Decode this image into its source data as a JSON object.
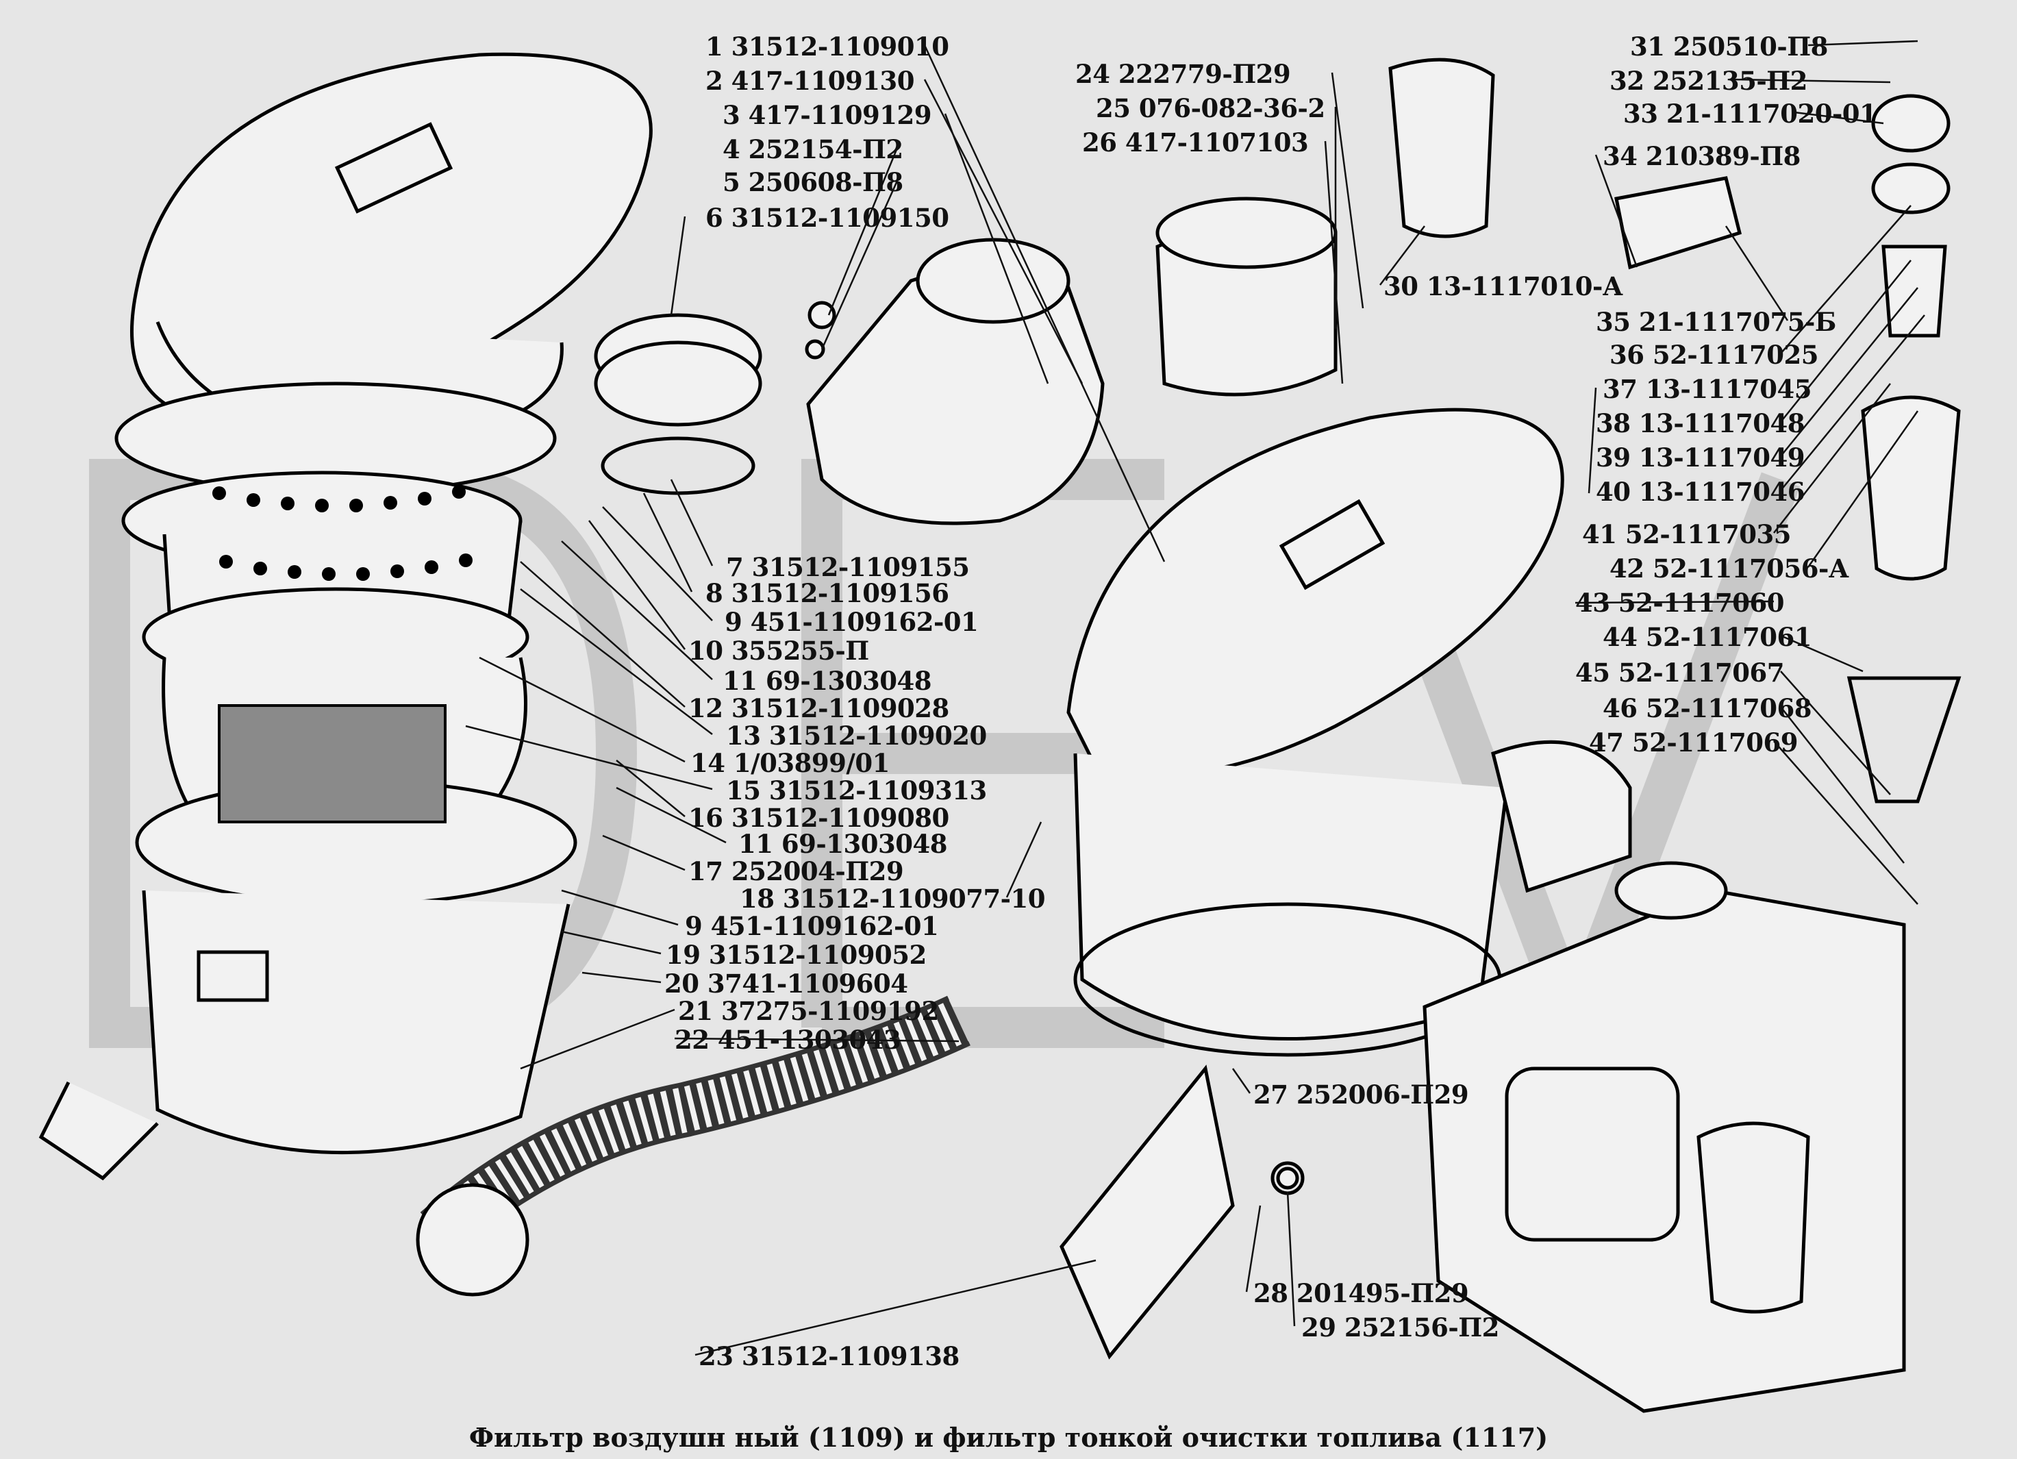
{
  "caption": "Фильтр воздушн ный (1109) и фильтр тонкой  очистки топлива  (1117)",
  "callouts": [
    {
      "n": "1",
      "part": "31512-1109010"
    },
    {
      "n": "2",
      "part": "417-1109130"
    },
    {
      "n": "3",
      "part": "417-1109129"
    },
    {
      "n": "4",
      "part": "252154-П2"
    },
    {
      "n": "5",
      "part": "250608-П8"
    },
    {
      "n": "6",
      "part": "31512-1109150"
    },
    {
      "n": "7",
      "part": "31512-1109155"
    },
    {
      "n": "8",
      "part": "31512-1109156"
    },
    {
      "n": "9",
      "part": "451-1109162-01"
    },
    {
      "n": "10",
      "part": "355255-П"
    },
    {
      "n": "11",
      "part": "69-1303048"
    },
    {
      "n": "12",
      "part": "31512-1109028"
    },
    {
      "n": "13",
      "part": "31512-1109020"
    },
    {
      "n": "14",
      "part": "1/03899/01"
    },
    {
      "n": "15",
      "part": "31512-1109313"
    },
    {
      "n": "16",
      "part": "31512-1109080"
    },
    {
      "n": "11",
      "part": "69-1303048"
    },
    {
      "n": "17",
      "part": "252004-П29"
    },
    {
      "n": "18",
      "part": "31512-1109077-10"
    },
    {
      "n": "9",
      "part": "451-1109162-01"
    },
    {
      "n": "19",
      "part": "31512-1109052"
    },
    {
      "n": "20",
      "part": "3741-1109604"
    },
    {
      "n": "21",
      "part": "37275-1109192"
    },
    {
      "n": "22",
      "part": "451-1303043"
    },
    {
      "n": "23",
      "part": "31512-1109138"
    },
    {
      "n": "24",
      "part": "222779-П29"
    },
    {
      "n": "25",
      "part": "076-082-36-2"
    },
    {
      "n": "26",
      "part": "417-1107103"
    },
    {
      "n": "27",
      "part": "252006-П29"
    },
    {
      "n": "28",
      "part": "201495-П29"
    },
    {
      "n": "29",
      "part": "252156-П2"
    },
    {
      "n": "30",
      "part": "13-1117010-А"
    },
    {
      "n": "31",
      "part": "250510-П8"
    },
    {
      "n": "32",
      "part": "252135-П2"
    },
    {
      "n": "33",
      "part": "21-1117020-01"
    },
    {
      "n": "34",
      "part": "210389-П8"
    },
    {
      "n": "35",
      "part": "21-1117075-Б"
    },
    {
      "n": "36",
      "part": "52-1117025"
    },
    {
      "n": "37",
      "part": "13-1117045"
    },
    {
      "n": "38",
      "part": "13-1117048"
    },
    {
      "n": "39",
      "part": "13-1117049"
    },
    {
      "n": "40",
      "part": "13-1117046"
    },
    {
      "n": "41",
      "part": "52-1117035"
    },
    {
      "n": "42",
      "part": "52-1117056-А"
    },
    {
      "n": "43",
      "part": "52-1117060"
    },
    {
      "n": "44",
      "part": "52-1117061"
    },
    {
      "n": "45",
      "part": "52-1117067"
    },
    {
      "n": "46",
      "part": "52-1117068"
    },
    {
      "n": "47",
      "part": "52-1117069"
    }
  ]
}
